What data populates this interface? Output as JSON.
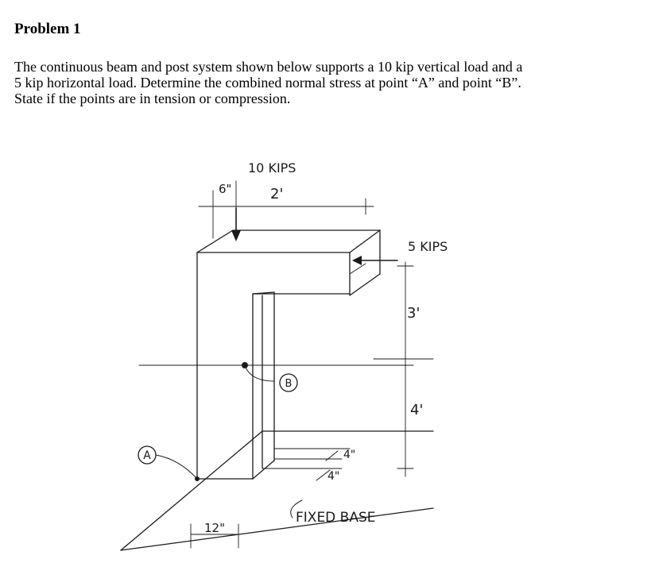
{
  "heading": "Problem 1",
  "statement": {
    "line1": "The continuous beam and post system shown below supports a 10 kip vertical load and a",
    "line2": "5 kip horizontal load.  Determine the combined normal stress at point “A” and point “B”.",
    "line3": "State if the points are in tension or compression."
  },
  "figure": {
    "labels": {
      "load_vertical": "10 KIPS",
      "load_horizontal": "5 KIPS",
      "offset_top": "6\"",
      "span_beam": "2'",
      "height_upper": "3'",
      "height_lower": "4'",
      "section_depth": "4\"",
      "section_width": "4\"",
      "post_width": "12\"",
      "point_a": "A",
      "point_b": "B",
      "base_note": "FIXED BASE"
    }
  }
}
